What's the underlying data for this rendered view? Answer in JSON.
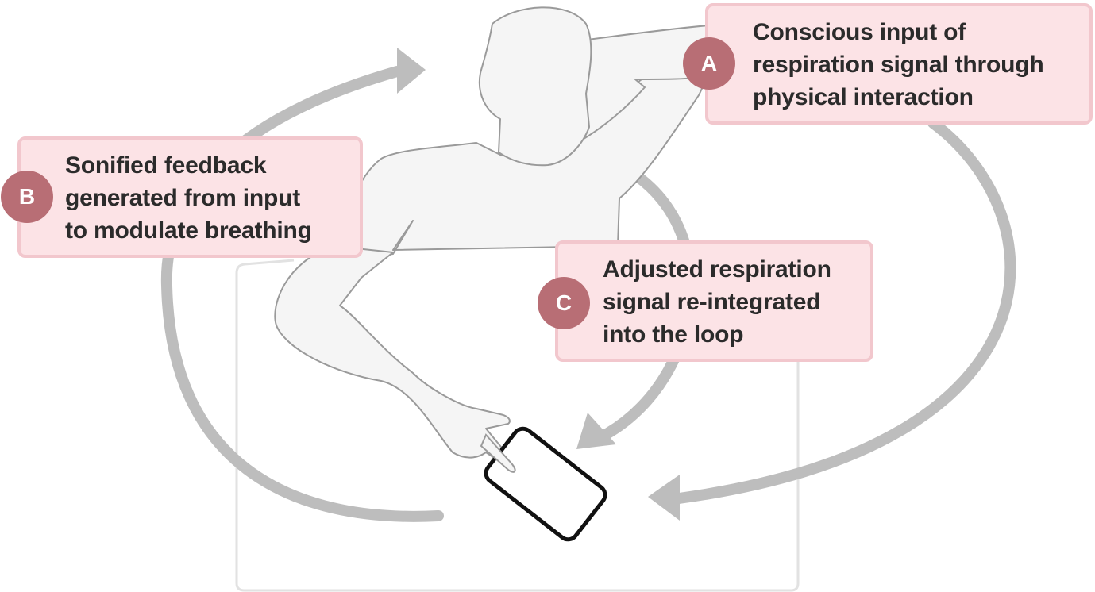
{
  "colors": {
    "callout_fill": "#fce3e6",
    "callout_border": "#f2c7cd",
    "badge_fill": "#b86e75",
    "loop_arrow": "#bdbdbd",
    "figure_fill": "#f5f5f5",
    "figure_outline": "#9a9a9a",
    "device_outline": "#111111",
    "text": "#2b2b2b"
  },
  "icons": [
    "person-figure",
    "smartphone-icon",
    "feedback-loop-arrow"
  ],
  "callouts": {
    "a": {
      "badge": "A",
      "text": "Conscious input of\nrespiration signal through\nphysical interaction"
    },
    "b": {
      "badge": "B",
      "text": "Sonified feedback\ngenerated from input\nto modulate breathing"
    },
    "c": {
      "badge": "C",
      "text": "Adjusted respiration\nsignal re-integrated\ninto the loop"
    }
  }
}
